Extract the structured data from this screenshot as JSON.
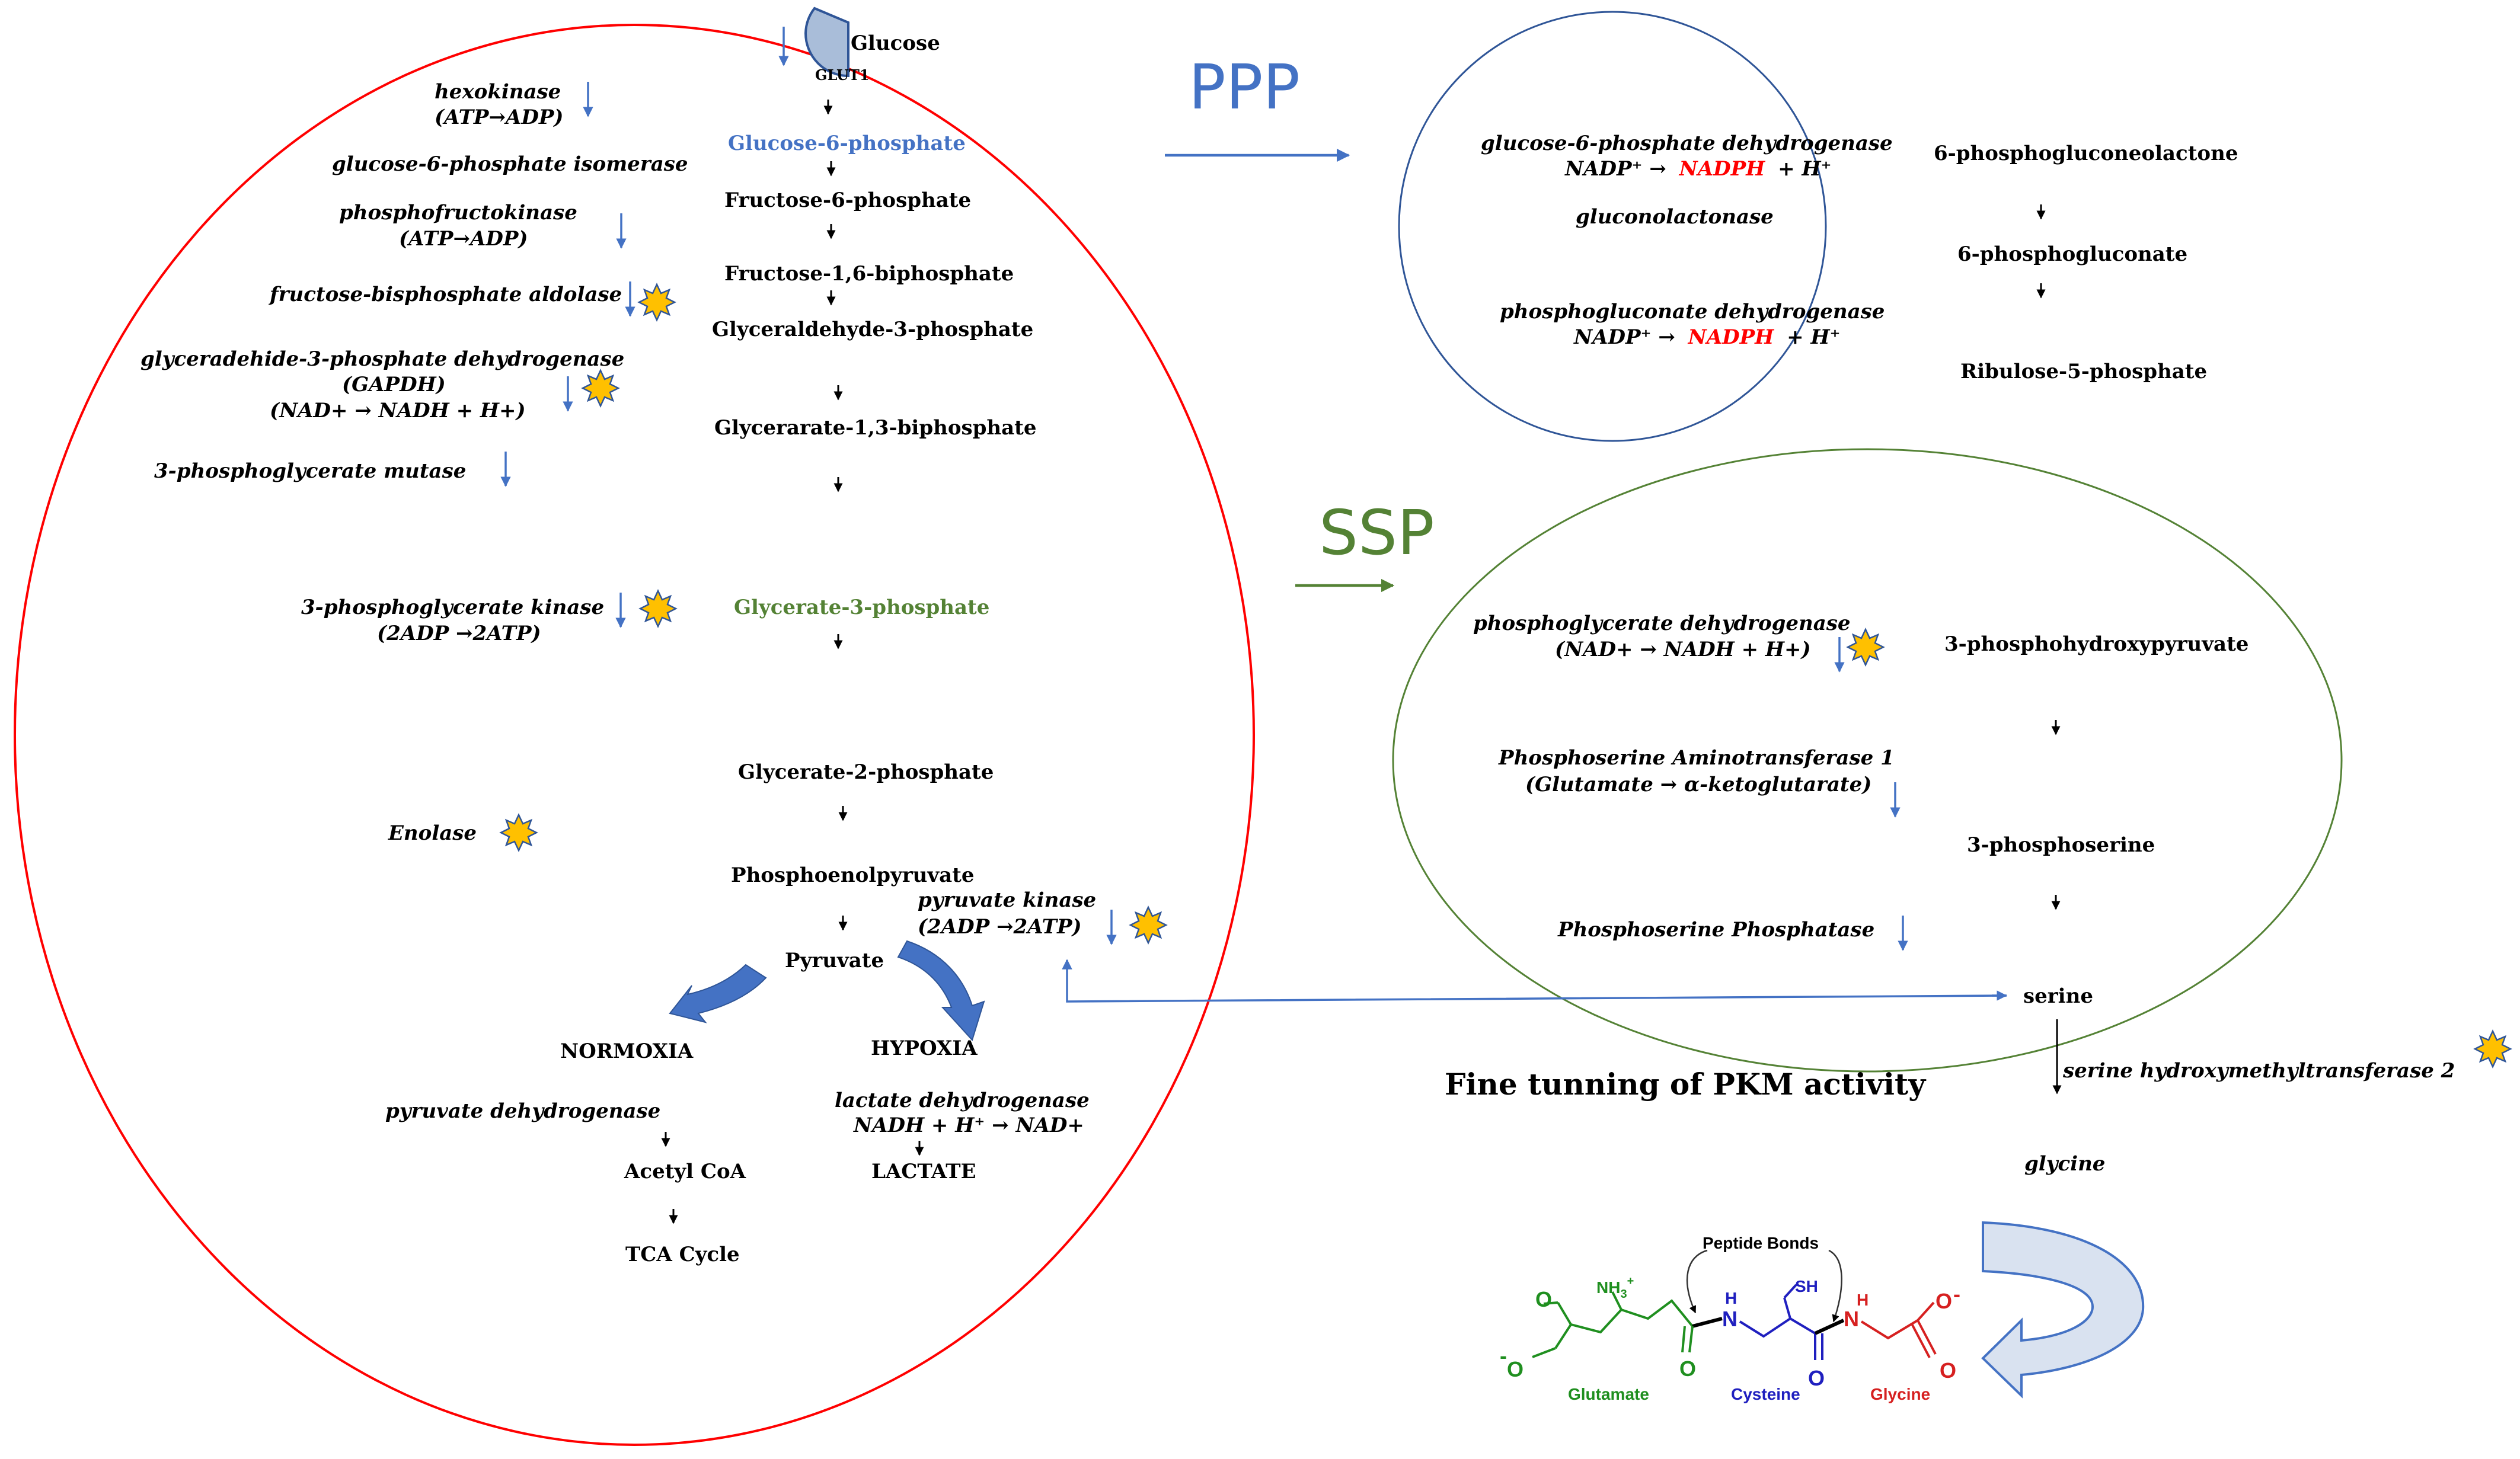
{
  "colors": {
    "glycolysis_border": "#ff0000",
    "ppp_color": "#4472c4",
    "ssp_color": "#548235",
    "arrow_blue": "#4472c4",
    "transporter_fill": "#a9bdd9",
    "nadph_red": "#ff0000",
    "star_fill": "#ffc000",
    "glutamate_green": "#1f8f1f",
    "cysteine_blue": "#1f1fbf",
    "glycine_red": "#d62020"
  },
  "icons": [
    "glut1-transporter-shape",
    "starburst-icon",
    "down-arrow-icon",
    "curved-block-arrow-icon"
  ],
  "glycolysis": {
    "transporter": "GLUT1",
    "metabolites": {
      "glucose": "Glucose",
      "g6p": "Glucose-6-phosphate",
      "f6p": "Fructose-6-phosphate",
      "f16bp": "Fructose-1,6-biphosphate",
      "g3p": "Glyceraldehyde-3-phosphate",
      "bpg": "Glycerarate-1,3-biphosphate",
      "pg3": "Glycerate-3-phosphate",
      "pg2": "Glycerate-2-phosphate",
      "pep": "Phosphoenolpyruvate",
      "pyruvate": "Pyruvate",
      "normoxia": "NORMOXIA",
      "hypoxia": "HYPOXIA",
      "acetyl_coa": "Acetyl CoA",
      "tca": "TCA Cycle",
      "lactate": "LACTATE"
    },
    "enzymes": {
      "hexokinase": "hexokinase",
      "hexokinase_cof": "(ATP→ADP)",
      "gpi": "glucose-6-phosphate isomerase",
      "pfk": "phosphofructokinase",
      "pfk_cof": "(ATP→ADP)",
      "aldolase": "fructose-bisphosphate aldolase",
      "gapdh": "glyceradehide-3-phosphate dehydrogenase",
      "gapdh_abbr": "(GAPDH)",
      "gapdh_cof": "(NAD+ → NADH + H+)",
      "pgm": "3-phosphoglycerate mutase",
      "pgk": "3-phosphoglycerate kinase",
      "pgk_cof": "(2ADP →2ATP)",
      "enolase": "Enolase",
      "pk": "pyruvate kinase",
      "pk_cof": "(2ADP →2ATP)",
      "pdh": "pyruvate dehydrogenase",
      "ldh": "lactate dehydrogenase",
      "ldh_cof": "NADH + H⁺ → NAD+"
    }
  },
  "ppp": {
    "title": "PPP",
    "enzyme1": "glucose-6-phosphate dehydrogenase",
    "enzyme1_cof_a": "NADP⁺ →",
    "enzyme1_cof_b": "NADPH",
    "enzyme1_cof_c": "+ H⁺",
    "enzyme2": "gluconolactonase",
    "enzyme3": "phosphogluconate dehydrogenase",
    "enzyme3_cof_a": "NADP⁺ →",
    "enzyme3_cof_b": "NADPH",
    "enzyme3_cof_c": "+ H⁺",
    "metab1": "6-phosphogluconeolactone",
    "metab2": "6-phosphogluconate",
    "metab3": "Ribulose-5-phosphate"
  },
  "ssp": {
    "title": "SSP",
    "enzyme1": "phosphoglycerate dehydrogenase",
    "enzyme1_cof": "(NAD+ → NADH + H+)",
    "enzyme2": "Phosphoserine Aminotransferase 1",
    "enzyme2_cof": "(Glutamate → α-ketoglutarate)",
    "enzyme3": "Phosphoserine Phosphatase",
    "metab1": "3-phosphohydroxypyruvate",
    "metab2": "3-phosphoserine",
    "serine": "serine",
    "shmt": "serine hydroxymethyltransferase 2",
    "glycine": "glycine"
  },
  "feedback_label": "Fine tunning of PKM activity",
  "glutathione": {
    "peptide_bonds": "Peptide Bonds",
    "glutamate": "Glutamate",
    "cysteine": "Cysteine",
    "glycine": "Glycine",
    "nh3": "NH",
    "nh3_sub": "3",
    "nh3_sup": "+",
    "sh": "SH",
    "o": "O",
    "o_minus": "-",
    "nh_n": "N",
    "nh_h": "H"
  }
}
